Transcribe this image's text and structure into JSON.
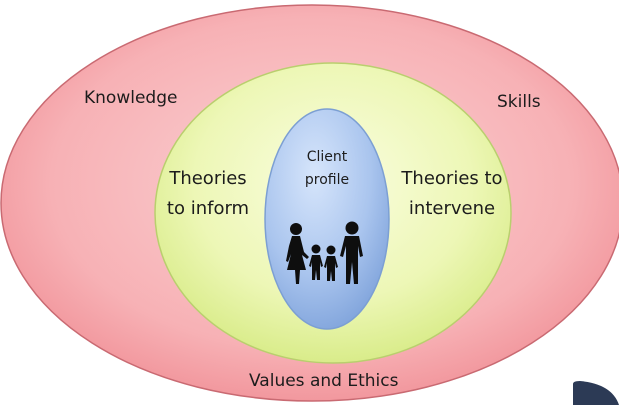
{
  "diagram": {
    "outer_ring": {
      "labels": {
        "left": "Knowledge",
        "right": "Skills",
        "bottom": "Values and Ethics"
      },
      "color": "#f5a8ac"
    },
    "middle_ring": {
      "labels": {
        "left_line1": "Theories",
        "left_line2": "to inform",
        "right_line1": "Theories to",
        "right_line2": "intervene"
      },
      "color": "#eef7b8"
    },
    "center": {
      "label_line1": "Client",
      "label_line2": "profile",
      "color": "#a9c6ee",
      "icon": "family-silhouette-icon"
    },
    "corner_shape_color": "#2c3a55"
  }
}
